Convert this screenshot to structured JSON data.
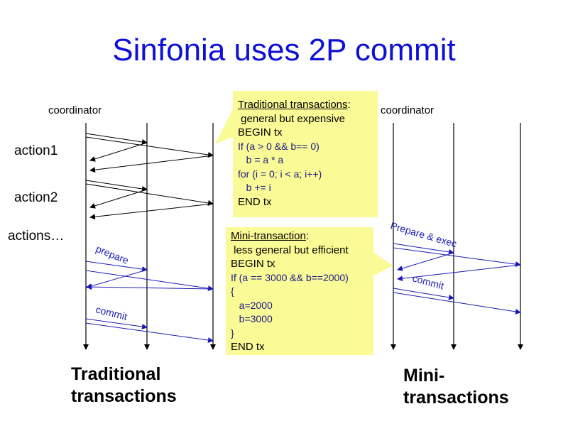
{
  "title": "Sinfonia uses 2P commit",
  "left": {
    "coordinator": "coordinator",
    "action1": "action1",
    "action2": "action2",
    "actions": "actions…",
    "prepare": "prepare",
    "commit": "commit",
    "caption_line1": "Traditional",
    "caption_line2": "transactions"
  },
  "right": {
    "coordinator": "coordinator",
    "prepare_exec": "Prepare & exec",
    "commit": "commit",
    "caption_line1": "Mini-",
    "caption_line2": "transactions"
  },
  "callout_traditional": {
    "heading": "Traditional transactions",
    "heading_suffix": ":",
    "line1": " general but expensive",
    "line2": "BEGIN tx",
    "line3": "If (a > 0 && b== 0)",
    "line4": "   b = a * a",
    "line5": "for (i = 0; i < a; i++)",
    "line6": "   b += i",
    "line7": "END tx"
  },
  "callout_mini": {
    "heading": "Mini-transaction",
    "heading_suffix": ":",
    "line1": " less general but efficient",
    "line2": "BEGIN tx",
    "line3": "If (a == 3000 && b==2000)",
    "line4": "{",
    "line5": "   a=2000",
    "line6": "   b=3000",
    "line7": "}",
    "line8": "END tx"
  },
  "colors": {
    "title": "#0d10d8",
    "callout_bg": "#fafa96",
    "blue_arrow": "#1a1ab4",
    "black_arrow": "#000000"
  }
}
